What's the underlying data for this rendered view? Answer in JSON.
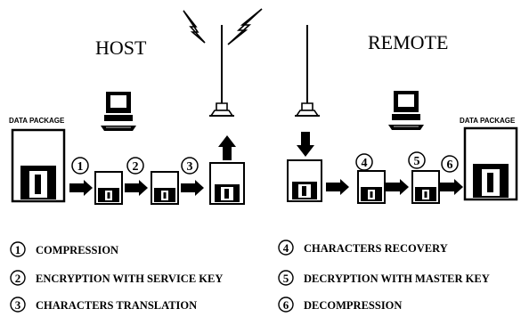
{
  "titles": {
    "host": "HOST",
    "remote": "REMOTE"
  },
  "package_labels": {
    "host": "DATA PACKAGE",
    "remote": "DATA PACKAGE"
  },
  "steps": [
    "1",
    "2",
    "3",
    "4",
    "5",
    "6"
  ],
  "legend": [
    {
      "num": "1",
      "text": "COMPRESSION"
    },
    {
      "num": "2",
      "text": "ENCRYPTION WITH SERVICE KEY"
    },
    {
      "num": "3",
      "text": "CHARACTERS TRANSLATION"
    },
    {
      "num": "4",
      "text": "CHARACTERS RECOVERY"
    },
    {
      "num": "5",
      "text": "DECRYPTION WITH MASTER KEY"
    },
    {
      "num": "6",
      "text": "DECOMPRESSION"
    }
  ],
  "icons": [
    "floppy-disk-icon",
    "computer-icon",
    "antenna-icon",
    "lightning-bolt-icon",
    "arrow-icon"
  ]
}
